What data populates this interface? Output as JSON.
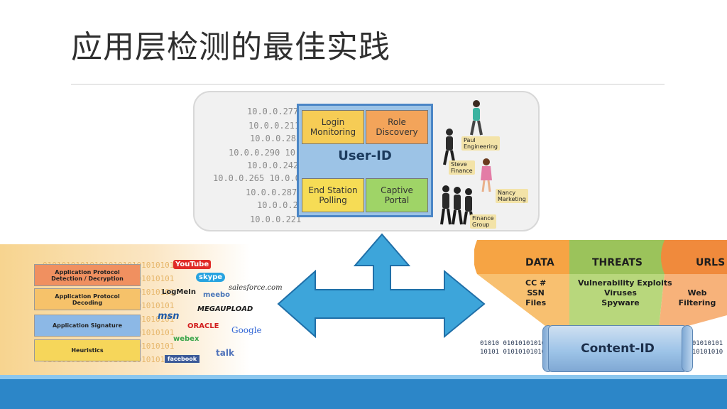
{
  "title": "应用层检测的最佳实践",
  "user_id": {
    "ips": [
      "10.0.0.277",
      "10.0.0.211",
      "10.0.0.282",
      "10.0.0.290 10.",
      "10.0.0.242",
      "10.0.0.265 10.0.0.",
      "10.0.0.287",
      "10.0.0.2:",
      "10.0.0.221"
    ],
    "center_label": "User-ID",
    "cells": {
      "login": "Login\nMonitoring",
      "role": "Role\nDiscovery",
      "end_station": "End Station\nPolling",
      "captive": "Captive\nPortal"
    },
    "people": {
      "paul": "Paul\nEngineering",
      "steve": "Steve\nFinance",
      "nancy": "Nancy\nMarketing",
      "finance_group": "Finance\nGroup"
    }
  },
  "app_id": {
    "layers": [
      "Application Protocol\nDetection / Decryption",
      "Application Protocol\nDecoding",
      "Application Signature",
      "Heuristics"
    ],
    "binary": "0101010101010101010101010101",
    "logos": {
      "youtube": "YouTube",
      "skype": "skype",
      "salesforce": "salesforce.com",
      "logmein": "LogMeIn",
      "meebo": "meebo",
      "megaupload": "MEGAUPLOAD",
      "msn": "msn",
      "oracle": "ORACLE",
      "google": "Google",
      "webex": "webex",
      "talk": "talk",
      "facebook": "facebook"
    }
  },
  "content_id": {
    "labels": {
      "data": "DATA",
      "threats": "THREATS",
      "urls": "URLS"
    },
    "data_items": "CC #\nSSN\nFiles",
    "threat_items": "Vulnerability Exploits\nViruses\nSpyware",
    "url_items": "Web Filtering",
    "bar_label": "Content-ID",
    "binary_left": "01010 01010101010\n10101 01010101010",
    "binary_right": "0101010101\n1010101010"
  },
  "colors": {
    "accent_blue": "#2c86c8",
    "arrow_blue": "#3da5da",
    "data_orange": "#f6a444",
    "threats_green": "#9bc35b",
    "urls_orange": "#f08a3c"
  }
}
